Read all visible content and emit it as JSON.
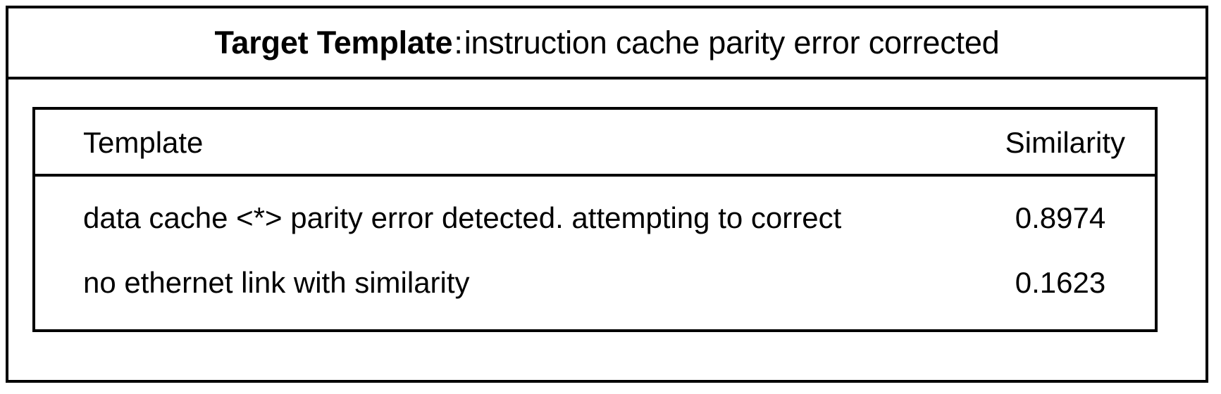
{
  "header": {
    "label": "Target Template",
    "separator": ":",
    "value": "instruction cache parity error corrected"
  },
  "table": {
    "columns": [
      {
        "key": "template",
        "label": "Template",
        "align": "left"
      },
      {
        "key": "similarity",
        "label": "Similarity",
        "align": "right"
      }
    ],
    "rows": [
      {
        "template": "data cache <*> parity error detected. attempting to correct",
        "similarity": "0.8974"
      },
      {
        "template": "no ethernet link with similarity",
        "similarity": "0.1623"
      }
    ]
  },
  "colors": {
    "border": "#000000",
    "text": "#000000",
    "background": "#ffffff"
  }
}
